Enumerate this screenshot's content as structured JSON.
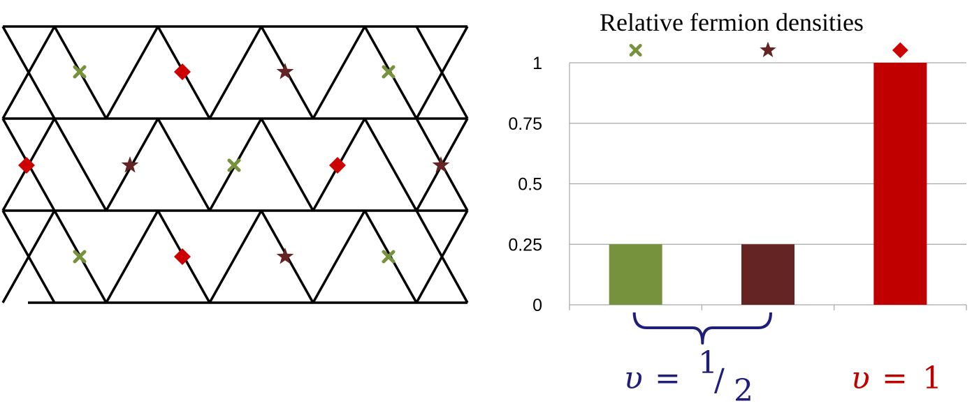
{
  "chart_data": {
    "type": "bar",
    "title": "Relative fermion densities",
    "categories": [
      "cross",
      "star",
      "diamond"
    ],
    "values": [
      0.25,
      0.25,
      1
    ],
    "ylim": [
      0,
      1
    ],
    "yticks": [
      "0",
      "0.25",
      "0.5",
      "0.75",
      "1"
    ],
    "ytick_values": [
      0,
      0.25,
      0.5,
      0.75,
      1
    ],
    "grid": true,
    "bar_colors": [
      "#76923c",
      "#632423",
      "#c00000"
    ],
    "annotations": [
      {
        "symbol": "υ",
        "eq": "=",
        "num": "1",
        "slash": "/",
        "den": "2",
        "color": "#1f1f7a",
        "spans": [
          0,
          1
        ]
      },
      {
        "symbol": "υ",
        "eq": "=",
        "num": "1",
        "color": "#c00000",
        "spans": [
          2
        ]
      }
    ]
  },
  "markers": {
    "cross_color": "#76923c",
    "star_color": "#632423",
    "diamond_color": "#cc0000",
    "cross_glyph": "✖",
    "star_glyph": "★",
    "diamond_glyph": "◆"
  }
}
